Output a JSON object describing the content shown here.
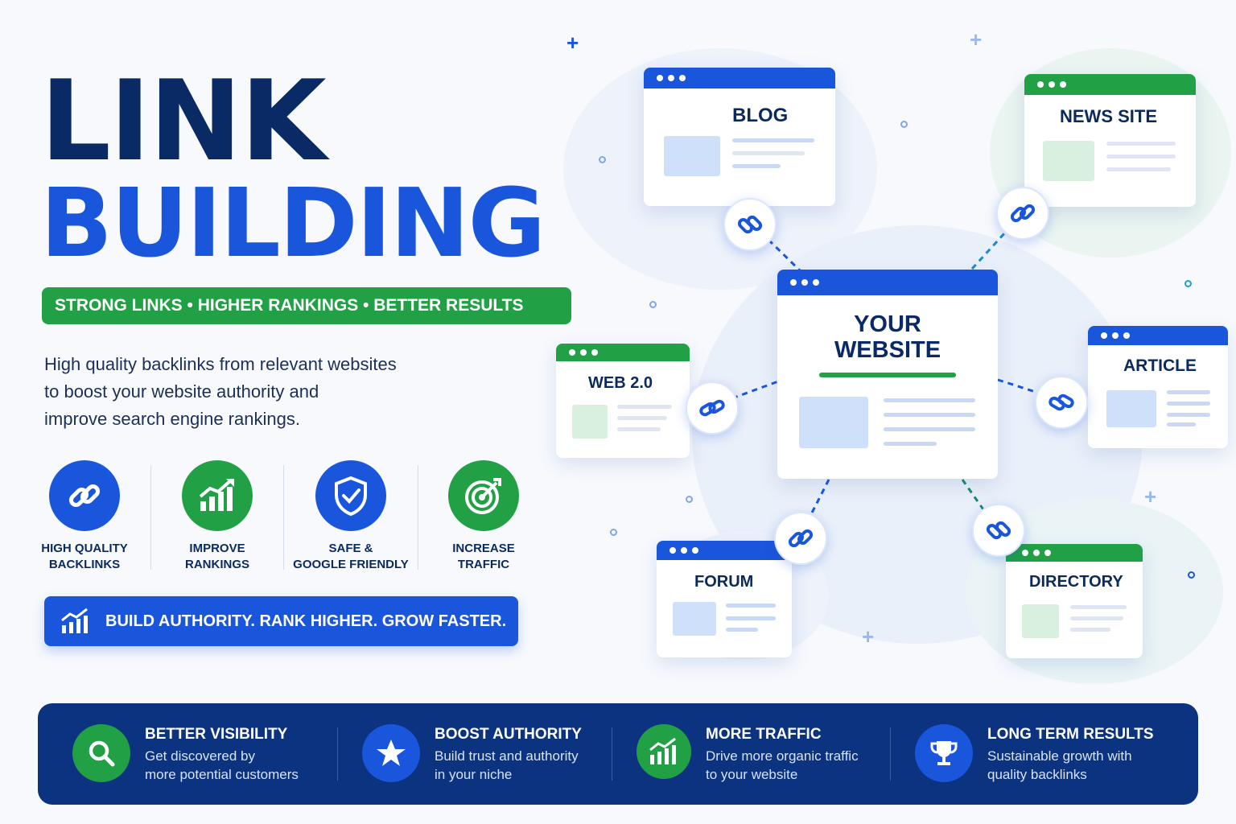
{
  "title": {
    "line1": "LINK",
    "line2": "BUILDING"
  },
  "tagline": "STRONG LINKS • HIGHER RANKINGS • BETTER RESULTS",
  "description": [
    "High quality backlinks from relevant websites",
    "to boost your website authority and",
    "improve search engine rankings."
  ],
  "features": [
    {
      "line1": "HIGH QUALITY",
      "line2": "BACKLINKS",
      "icon": "chain-link-icon",
      "color": "#1a56db"
    },
    {
      "line1": "IMPROVE",
      "line2": "RANKINGS",
      "icon": "growth-chart-icon",
      "color": "#22a045"
    },
    {
      "line1": "SAFE &",
      "line2": "GOOGLE FRIENDLY",
      "icon": "shield-check-icon",
      "color": "#1a56db"
    },
    {
      "line1": "INCREASE",
      "line2": "TRAFFIC",
      "icon": "target-icon",
      "color": "#22a045"
    }
  ],
  "cta": "BUILD AUTHORITY. RANK HIGHER. GROW FASTER.",
  "network": {
    "center": {
      "line1": "YOUR",
      "line2": "WEBSITE"
    },
    "sites": {
      "blog": "BLOG",
      "news": "NEWS SITE",
      "web20": "WEB 2.0",
      "article": "ARTICLE",
      "forum": "FORUM",
      "directory": "DIRECTORY"
    }
  },
  "benefits": [
    {
      "title": "BETTER VISIBILITY",
      "line1": "Get discovered by",
      "line2": "more potential customers",
      "icon": "search-icon",
      "color": "#22a045"
    },
    {
      "title": "BOOST AUTHORITY",
      "line1": "Build trust and authority",
      "line2": "in your niche",
      "icon": "star-icon",
      "color": "#1a56db"
    },
    {
      "title": "MORE TRAFFIC",
      "line1": "Drive more organic traffic",
      "line2": "to your website",
      "icon": "growth-chart-icon",
      "color": "#22a045"
    },
    {
      "title": "LONG TERM RESULTS",
      "line1": "Sustainable growth with",
      "line2": "quality backlinks",
      "icon": "trophy-icon",
      "color": "#1a56db"
    }
  ],
  "colors": {
    "navy": "#0a2a66",
    "blue": "#1a56db",
    "green": "#22a045",
    "band": "#0b3380"
  }
}
